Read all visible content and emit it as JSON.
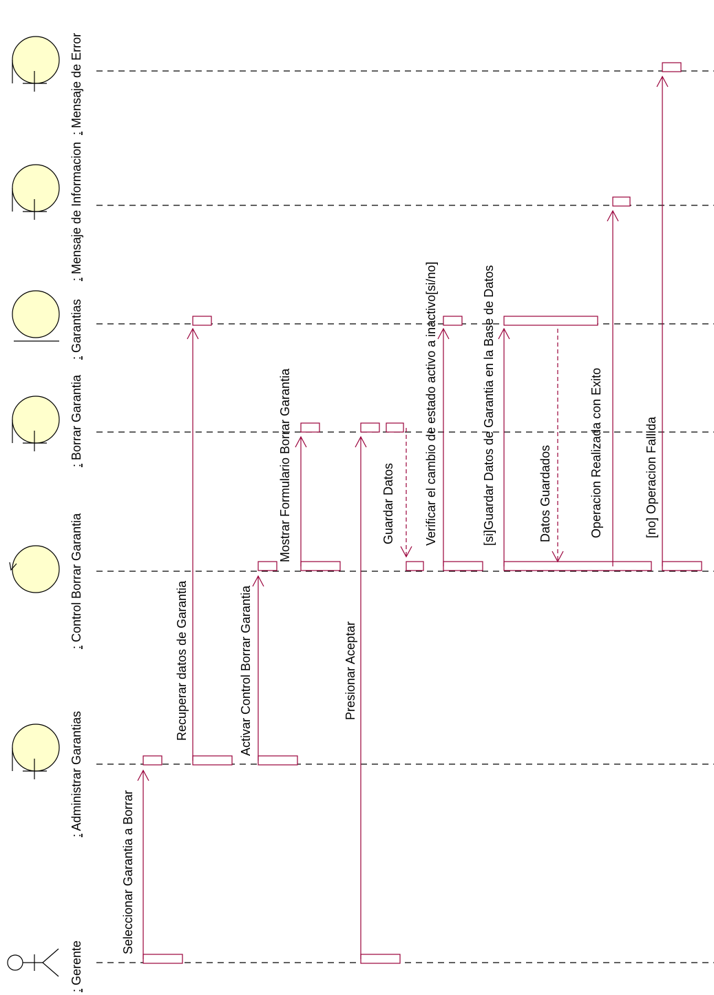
{
  "colors": {
    "message_line": "#99003a",
    "activation_border": "#99003a",
    "lifeline": "#000000",
    "object_fill": "#ffffcc",
    "object_stroke": "#000000",
    "text": "#000000"
  },
  "participants": [
    {
      "id": "gerente",
      "kind": "actor",
      "prefix": ":",
      "name": "Gerente"
    },
    {
      "id": "administrar",
      "kind": "boundary",
      "prefix": ":",
      "name": "Administrar Garantias"
    },
    {
      "id": "control",
      "kind": "control",
      "prefix": ":",
      "name": "Control Borrar Garantia"
    },
    {
      "id": "borrar",
      "kind": "boundary",
      "prefix": ":",
      "name": "Borrar Garantia"
    },
    {
      "id": "garantias",
      "kind": "entity",
      "prefix": ":",
      "name": "Garantias"
    },
    {
      "id": "info",
      "kind": "boundary",
      "prefix": ":",
      "name": "Mensaje de Informacion"
    },
    {
      "id": "error",
      "kind": "boundary",
      "prefix": ":",
      "name": "Mensaje de Error"
    }
  ],
  "messages": [
    {
      "from": "gerente",
      "to": "administrar",
      "text": "Seleccionar Garantia a Borrar",
      "type": "sync"
    },
    {
      "from": "administrar",
      "to": "garantias",
      "text": "Recuperar datos de Garantia",
      "type": "sync"
    },
    {
      "from": "administrar",
      "to": "control",
      "text": "Activar Control Borrar Garantia",
      "type": "sync"
    },
    {
      "from": "control",
      "to": "borrar",
      "text": "Mostrar Formulario Borrar Garantia",
      "type": "sync"
    },
    {
      "from": "gerente",
      "to": "borrar",
      "text": "Presionar Aceptar",
      "type": "sync"
    },
    {
      "from": "borrar",
      "to": "control",
      "text": "Guardar Datos",
      "type": "async"
    },
    {
      "from": "control",
      "to": "garantias",
      "text": "Verificar el cambio de estado activo a inactivo[si/no]",
      "type": "sync"
    },
    {
      "from": "control",
      "to": "garantias",
      "text": "[si]Guardar Datos de Garantia en la Base de Datos",
      "type": "sync"
    },
    {
      "from": "garantias",
      "to": "control",
      "text": "Datos Guardados",
      "type": "return"
    },
    {
      "from": "control",
      "to": "info",
      "text": "Operacion Realizada con Exito",
      "type": "sync"
    },
    {
      "from": "control",
      "to": "error",
      "text": "[no] Operacion Fallida",
      "type": "sync"
    }
  ]
}
